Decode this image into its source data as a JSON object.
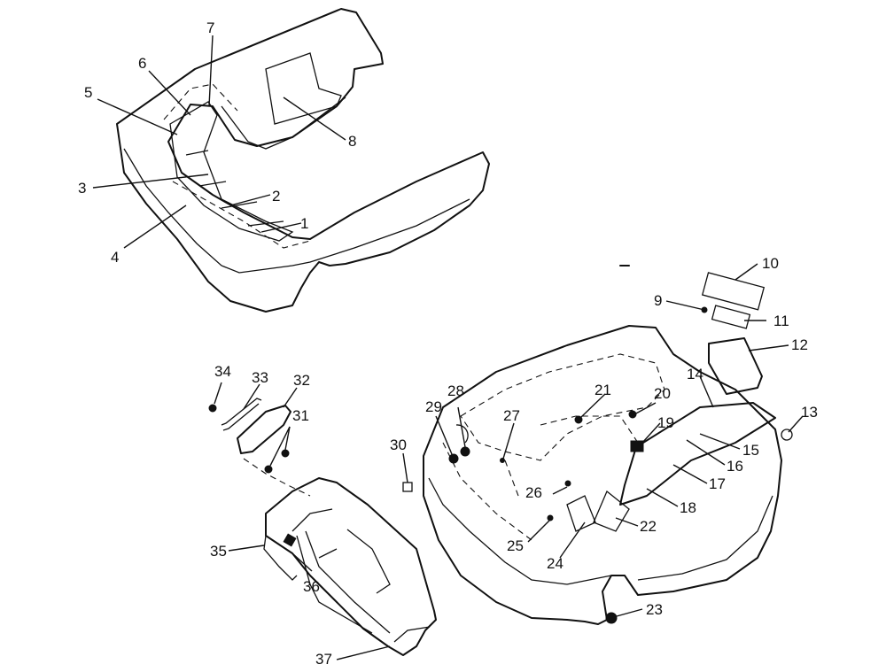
{
  "callouts": [
    "1",
    "2",
    "3",
    "4",
    "5",
    "6",
    "7",
    "8",
    "9",
    "10",
    "11",
    "12",
    "13",
    "14",
    "15",
    "16",
    "17",
    "18",
    "19",
    "20",
    "21",
    "22",
    "23",
    "24",
    "25",
    "26",
    "27",
    "28",
    "29",
    "30",
    "31",
    "32",
    "33",
    "34",
    "35",
    "36",
    "37"
  ],
  "colors": {
    "ink": "#111111",
    "paper": "#ffffff"
  }
}
